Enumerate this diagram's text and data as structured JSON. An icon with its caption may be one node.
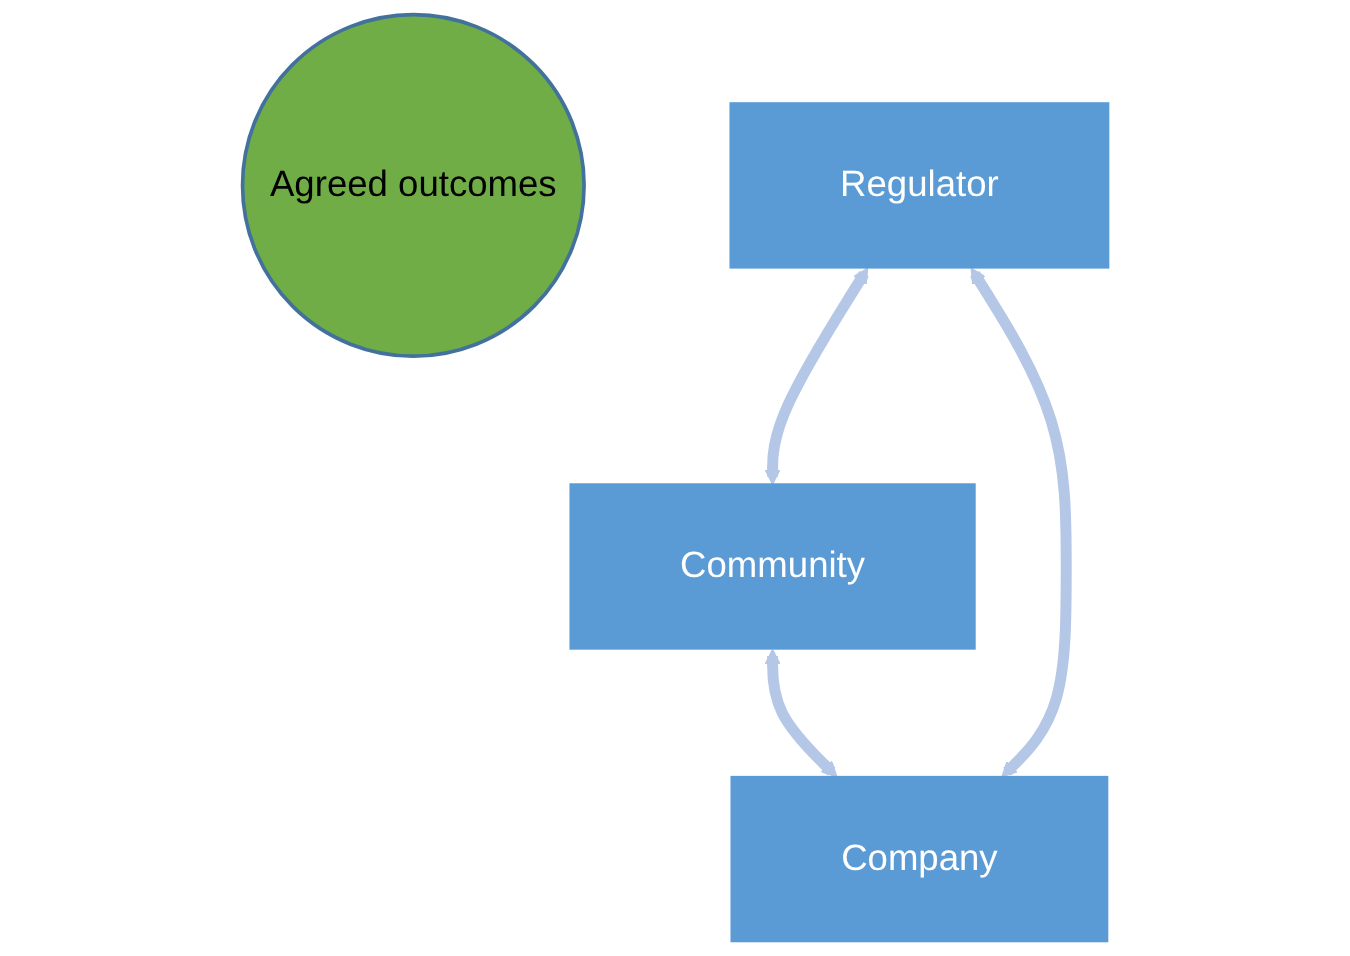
{
  "diagram": {
    "nodes": [
      {
        "text": [
          "Community"
        ]
      },
      {
        "text": [
          "Agreed outcomes"
        ]
      },
      {
        "text": [
          "Regulator"
        ]
      },
      {
        "text": [
          "Company"
        ]
      }
    ],
    "edges": [
      {
        "from": 2,
        "to": 0,
        "arrow": "both"
      },
      {
        "from": 0,
        "to": 3,
        "arrow": "both"
      },
      {
        "from": 2,
        "to": 3,
        "arrow": "both"
      }
    ]
  }
}
